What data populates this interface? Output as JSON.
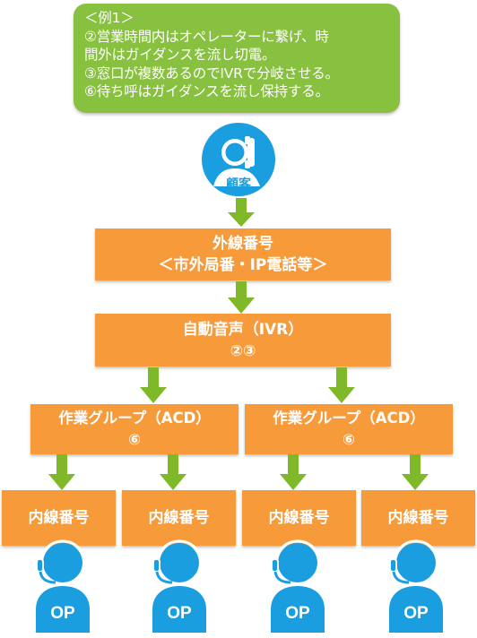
{
  "note": {
    "lines": [
      "＜例1＞",
      "②営業時間内はオペレーターに繋げ、時",
      "間外はガイダンスを流し切電。",
      "③窓口が複数あるのでIVRで分岐させる。",
      "⑥待ち呼はガイダンスを流し保持する。"
    ]
  },
  "customer": {
    "label": "顧客"
  },
  "external": {
    "line1": "外線番号",
    "line2": "＜市外局番・IP電話等＞"
  },
  "ivr": {
    "line1": "自動音声（IVR）",
    "line2": "②③"
  },
  "groups": [
    {
      "line1": "作業グループ（ACD）",
      "line2": "⑥"
    },
    {
      "line1": "作業グループ（ACD）",
      "line2": "⑥"
    }
  ],
  "extensions": [
    {
      "label": "内線番号"
    },
    {
      "label": "内線番号"
    },
    {
      "label": "内線番号"
    },
    {
      "label": "内線番号"
    }
  ],
  "operators": [
    {
      "label": "OP"
    },
    {
      "label": "OP"
    },
    {
      "label": "OP"
    },
    {
      "label": "OP"
    }
  ],
  "colors": {
    "note_green": "#88c03f",
    "box_orange": "#f79a3a",
    "arrow_green": "#7fb929",
    "person_blue": "#1a9ee0"
  }
}
